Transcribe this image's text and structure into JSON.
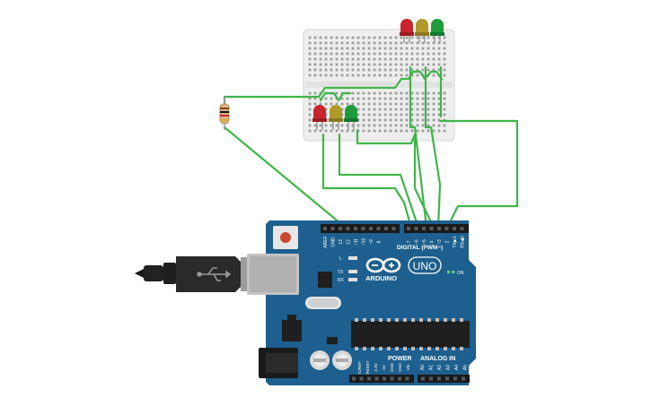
{
  "arduino": {
    "brand": "ARDUINO",
    "model": "UNO",
    "digital_label": "DIGITAL (PWM~)",
    "on_label": "ON",
    "power_label": "POWER",
    "analog_label": "ANALOG IN",
    "led_l_label": "L",
    "tx_label": "TX",
    "rx_label": "RX",
    "top_pin_labels": [
      "AREF",
      "GND",
      "13",
      "12",
      "~11",
      "~10",
      "~9",
      "8",
      "7",
      "~6",
      "~5",
      "4",
      "~3",
      "2",
      "TX▶1",
      "RX◀0"
    ],
    "power_pin_labels": [
      "IOREF",
      "RESET",
      "3.3V",
      "5V",
      "GND",
      "GND",
      "Vin"
    ],
    "analog_pin_labels": [
      "A0",
      "A1",
      "A2",
      "A3",
      "A4",
      "A5"
    ]
  },
  "components": {
    "leds_top": [
      {
        "color_name": "red",
        "color": "#c8242b"
      },
      {
        "color_name": "yellow",
        "color": "#b09a2a"
      },
      {
        "color_name": "green",
        "color": "#1e9b3a"
      }
    ],
    "leds_left": [
      {
        "color_name": "red",
        "color": "#c8242b"
      },
      {
        "color_name": "yellow",
        "color": "#b09a2a"
      },
      {
        "color_name": "green",
        "color": "#1e9b3a"
      }
    ]
  },
  "colors": {
    "wire": "#3fb549",
    "board": "#1d5f8e",
    "breadboard": "#eeeeee",
    "usb_metal": "#b7b7b7"
  }
}
